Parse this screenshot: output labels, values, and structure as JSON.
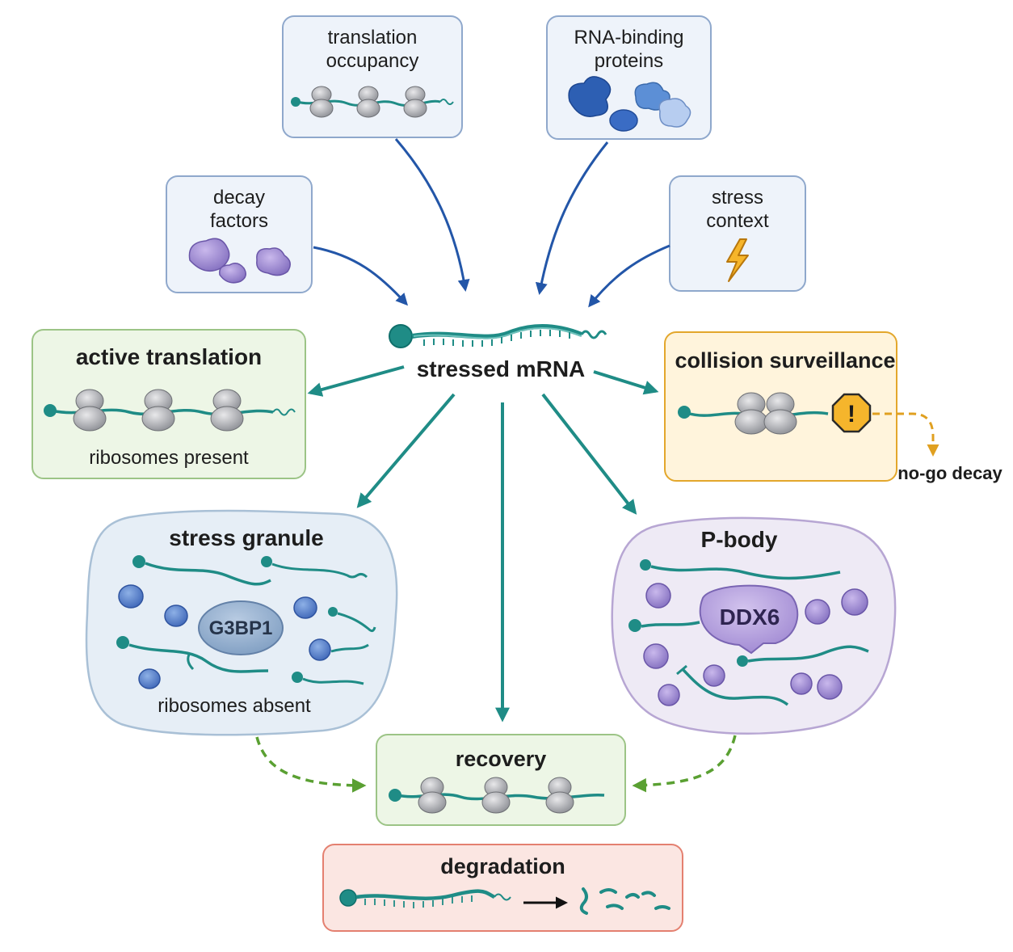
{
  "colors": {
    "teal": "#1f8c86",
    "teal_dark": "#0f6f6b",
    "blue_arrow": "#2356a8",
    "green_dash": "#5aa032",
    "orange_dash": "#e0a020",
    "green_box_fill": "#edf6e6",
    "green_box_border": "#9cc486",
    "orange_box_fill": "#fff4dc",
    "orange_box_border": "#e3a72c",
    "red_box_fill": "#fbe6e2",
    "red_box_border": "#e48070",
    "sg_fill": "#e6eef6",
    "sg_border": "#a9c0d6",
    "pb_fill": "#eeeaf5",
    "pb_border": "#b7a6d3"
  },
  "inputs": {
    "translation_occupancy": {
      "label": "translation\noccupancy"
    },
    "rna_binding_proteins": {
      "label": "RNA-binding\nproteins"
    },
    "decay_factors": {
      "label": "decay\nfactors"
    },
    "stress_context": {
      "label": "stress\ncontext"
    }
  },
  "center": {
    "label": "stressed mRNA"
  },
  "active_translation": {
    "title": "active translation",
    "caption": "ribosomes present"
  },
  "collision_surveillance": {
    "title": "collision surveillance",
    "warning_glyph": "!",
    "outcome": "no-go decay"
  },
  "stress_granule": {
    "title": "stress granule",
    "protein": "G3BP1",
    "caption": "ribosomes absent"
  },
  "p_body": {
    "title": "P-body",
    "protein": "DDX6"
  },
  "recovery": {
    "title": "recovery"
  },
  "degradation": {
    "title": "degradation"
  }
}
